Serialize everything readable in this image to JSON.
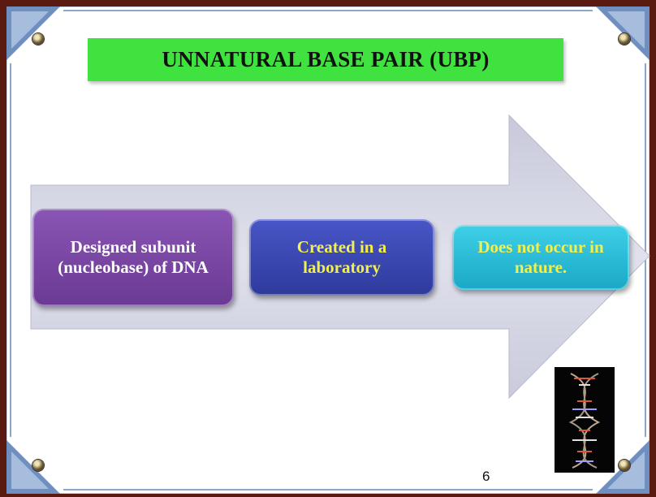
{
  "slide": {
    "title": "UNNATURAL BASE PAIR (UBP)",
    "steps": [
      {
        "text": "Designed subunit (nucleobase) of DNA"
      },
      {
        "text": "Created in a laboratory"
      },
      {
        "text": "Does not occur in nature."
      }
    ],
    "page_number": "6",
    "image_icon": "dna-helix-image"
  },
  "colors": {
    "title_bg": "#3fe23f",
    "step1": "#7a48a6",
    "step2": "#3a47b2",
    "step3": "#2cbcd8",
    "arrow": "#cfd0e0",
    "frame": "#5a1a10"
  }
}
